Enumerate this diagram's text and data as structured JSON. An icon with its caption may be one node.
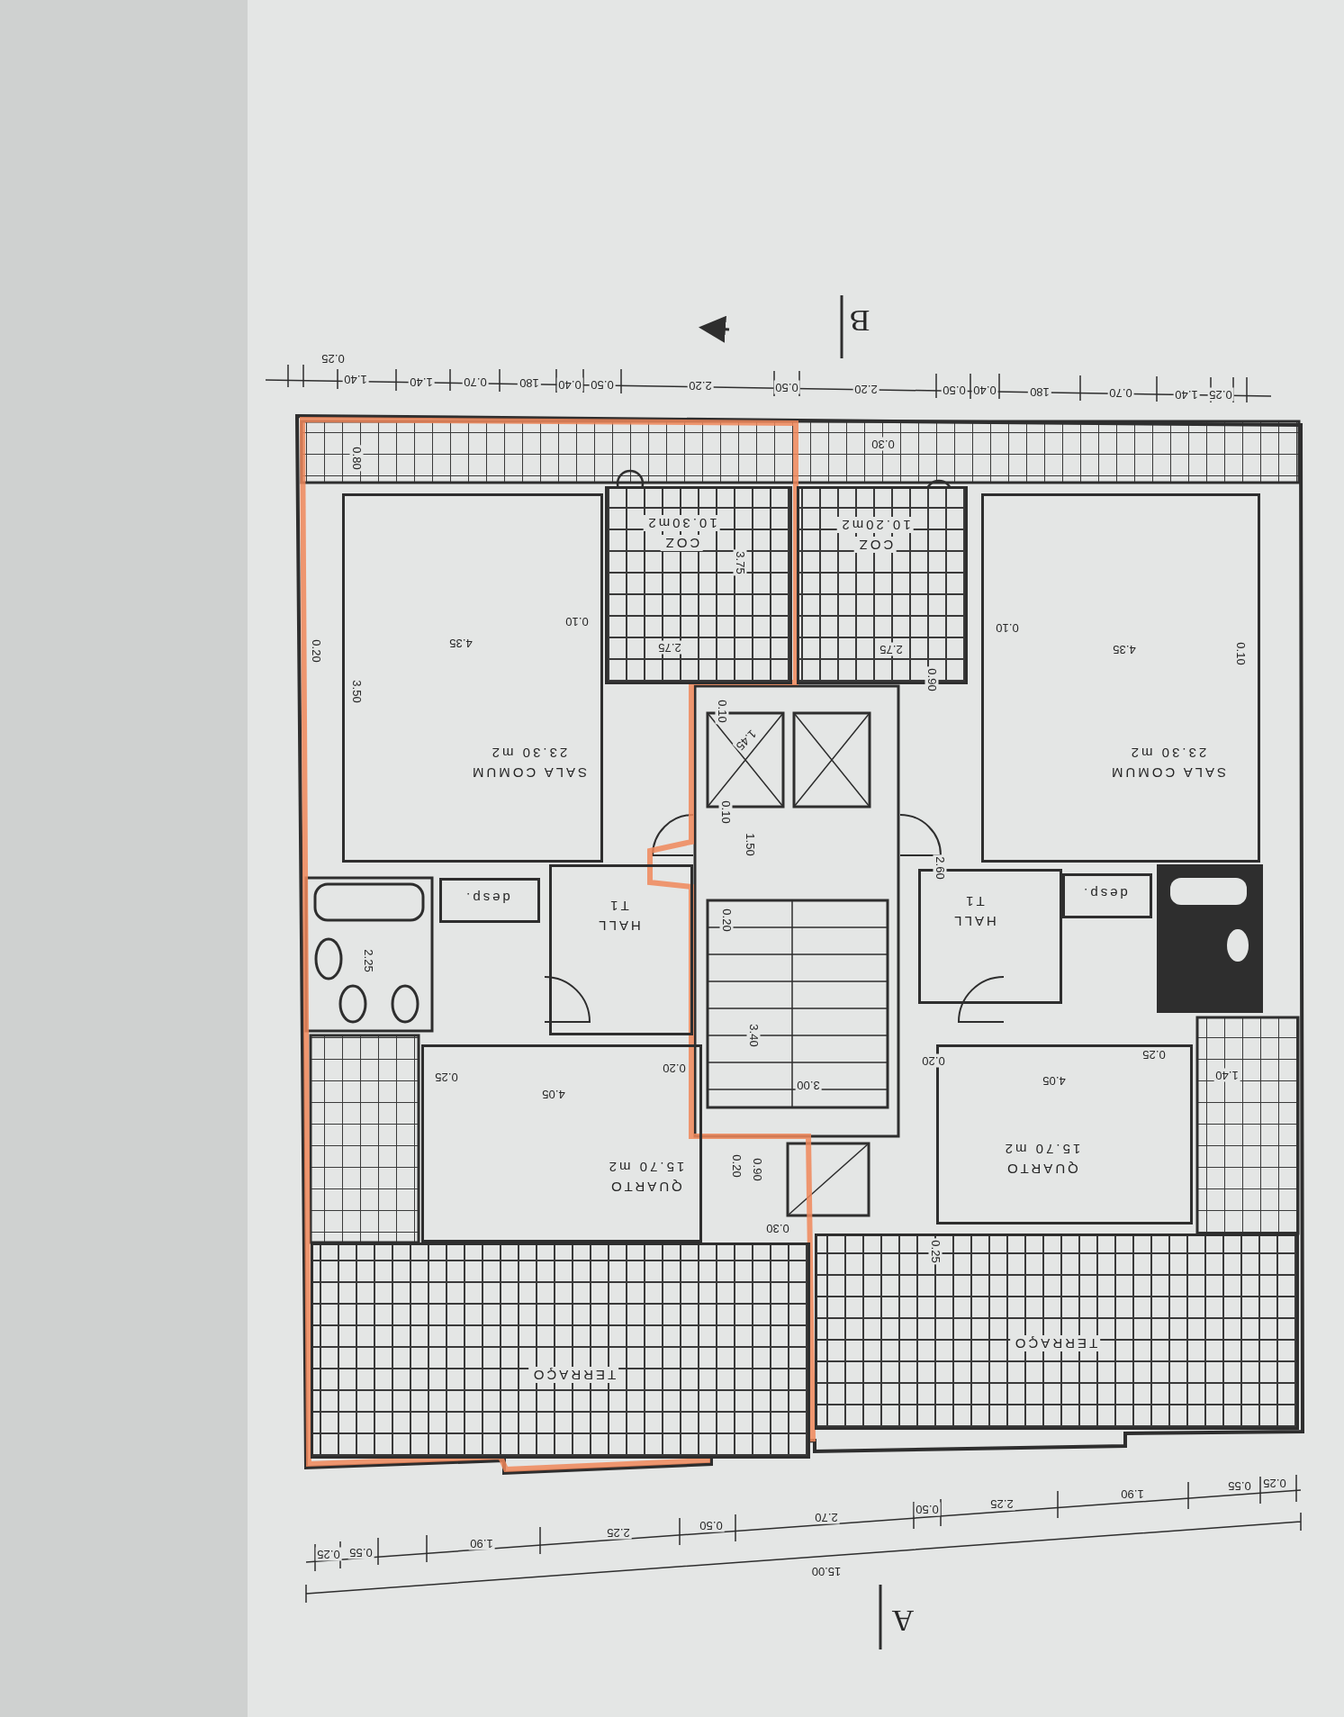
{
  "diagram": {
    "nodes": [
      {
        "text": [
          "COZ",
          "10.30m2"
        ]
      },
      {
        "text": [
          "COZ",
          "10.20m2"
        ]
      },
      {
        "text": [
          "SALA COMUM",
          "23.30 m2"
        ]
      },
      {
        "text": [
          "SALA COMUM",
          "23.30 m2"
        ]
      },
      {
        "text": [
          "HALL",
          "T1"
        ]
      },
      {
        "text": [
          "desp."
        ]
      },
      {
        "text": [
          "HALL",
          "T1"
        ]
      },
      {
        "text": [
          "desp."
        ]
      },
      {
        "text": [
          "QUARTO",
          "15.70 m2"
        ]
      },
      {
        "text": [
          "QUARTO",
          "15.70 m2"
        ]
      },
      {
        "text": [
          "TERRAÇO"
        ]
      },
      {
        "text": [
          "TERRAÇO"
        ]
      }
    ],
    "labels": [
      "B",
      "0.25",
      "1.40",
      "1.40",
      "0.70",
      "180",
      "0.40",
      "0.50",
      "2.20",
      "0.50",
      "2.20",
      "0.50",
      "0.40",
      "180",
      "0.70",
      "1.40",
      "0.25",
      "0.80",
      "0.30",
      "3.75",
      "0.10",
      "4.35",
      "0.10",
      "4.35",
      "0.10",
      "2.75",
      "2.75",
      "0.90",
      "0.20",
      "3.50",
      "0.10",
      "1.45",
      "0.10",
      "1.50",
      "2.60",
      "0.20",
      "2.25",
      "3.40",
      "0.20",
      "0.25",
      "4.05",
      "0.20",
      "0.25",
      "4.05",
      "3.00",
      "1.40",
      "0.20",
      "0.90",
      "0.30",
      "0.25",
      "0.25",
      "0.55",
      "1.90",
      "2.25",
      "0.50",
      "2.70",
      "0.50",
      "2.25",
      "1.90",
      "0.55",
      "0.25",
      "15.00",
      "A"
    ]
  }
}
